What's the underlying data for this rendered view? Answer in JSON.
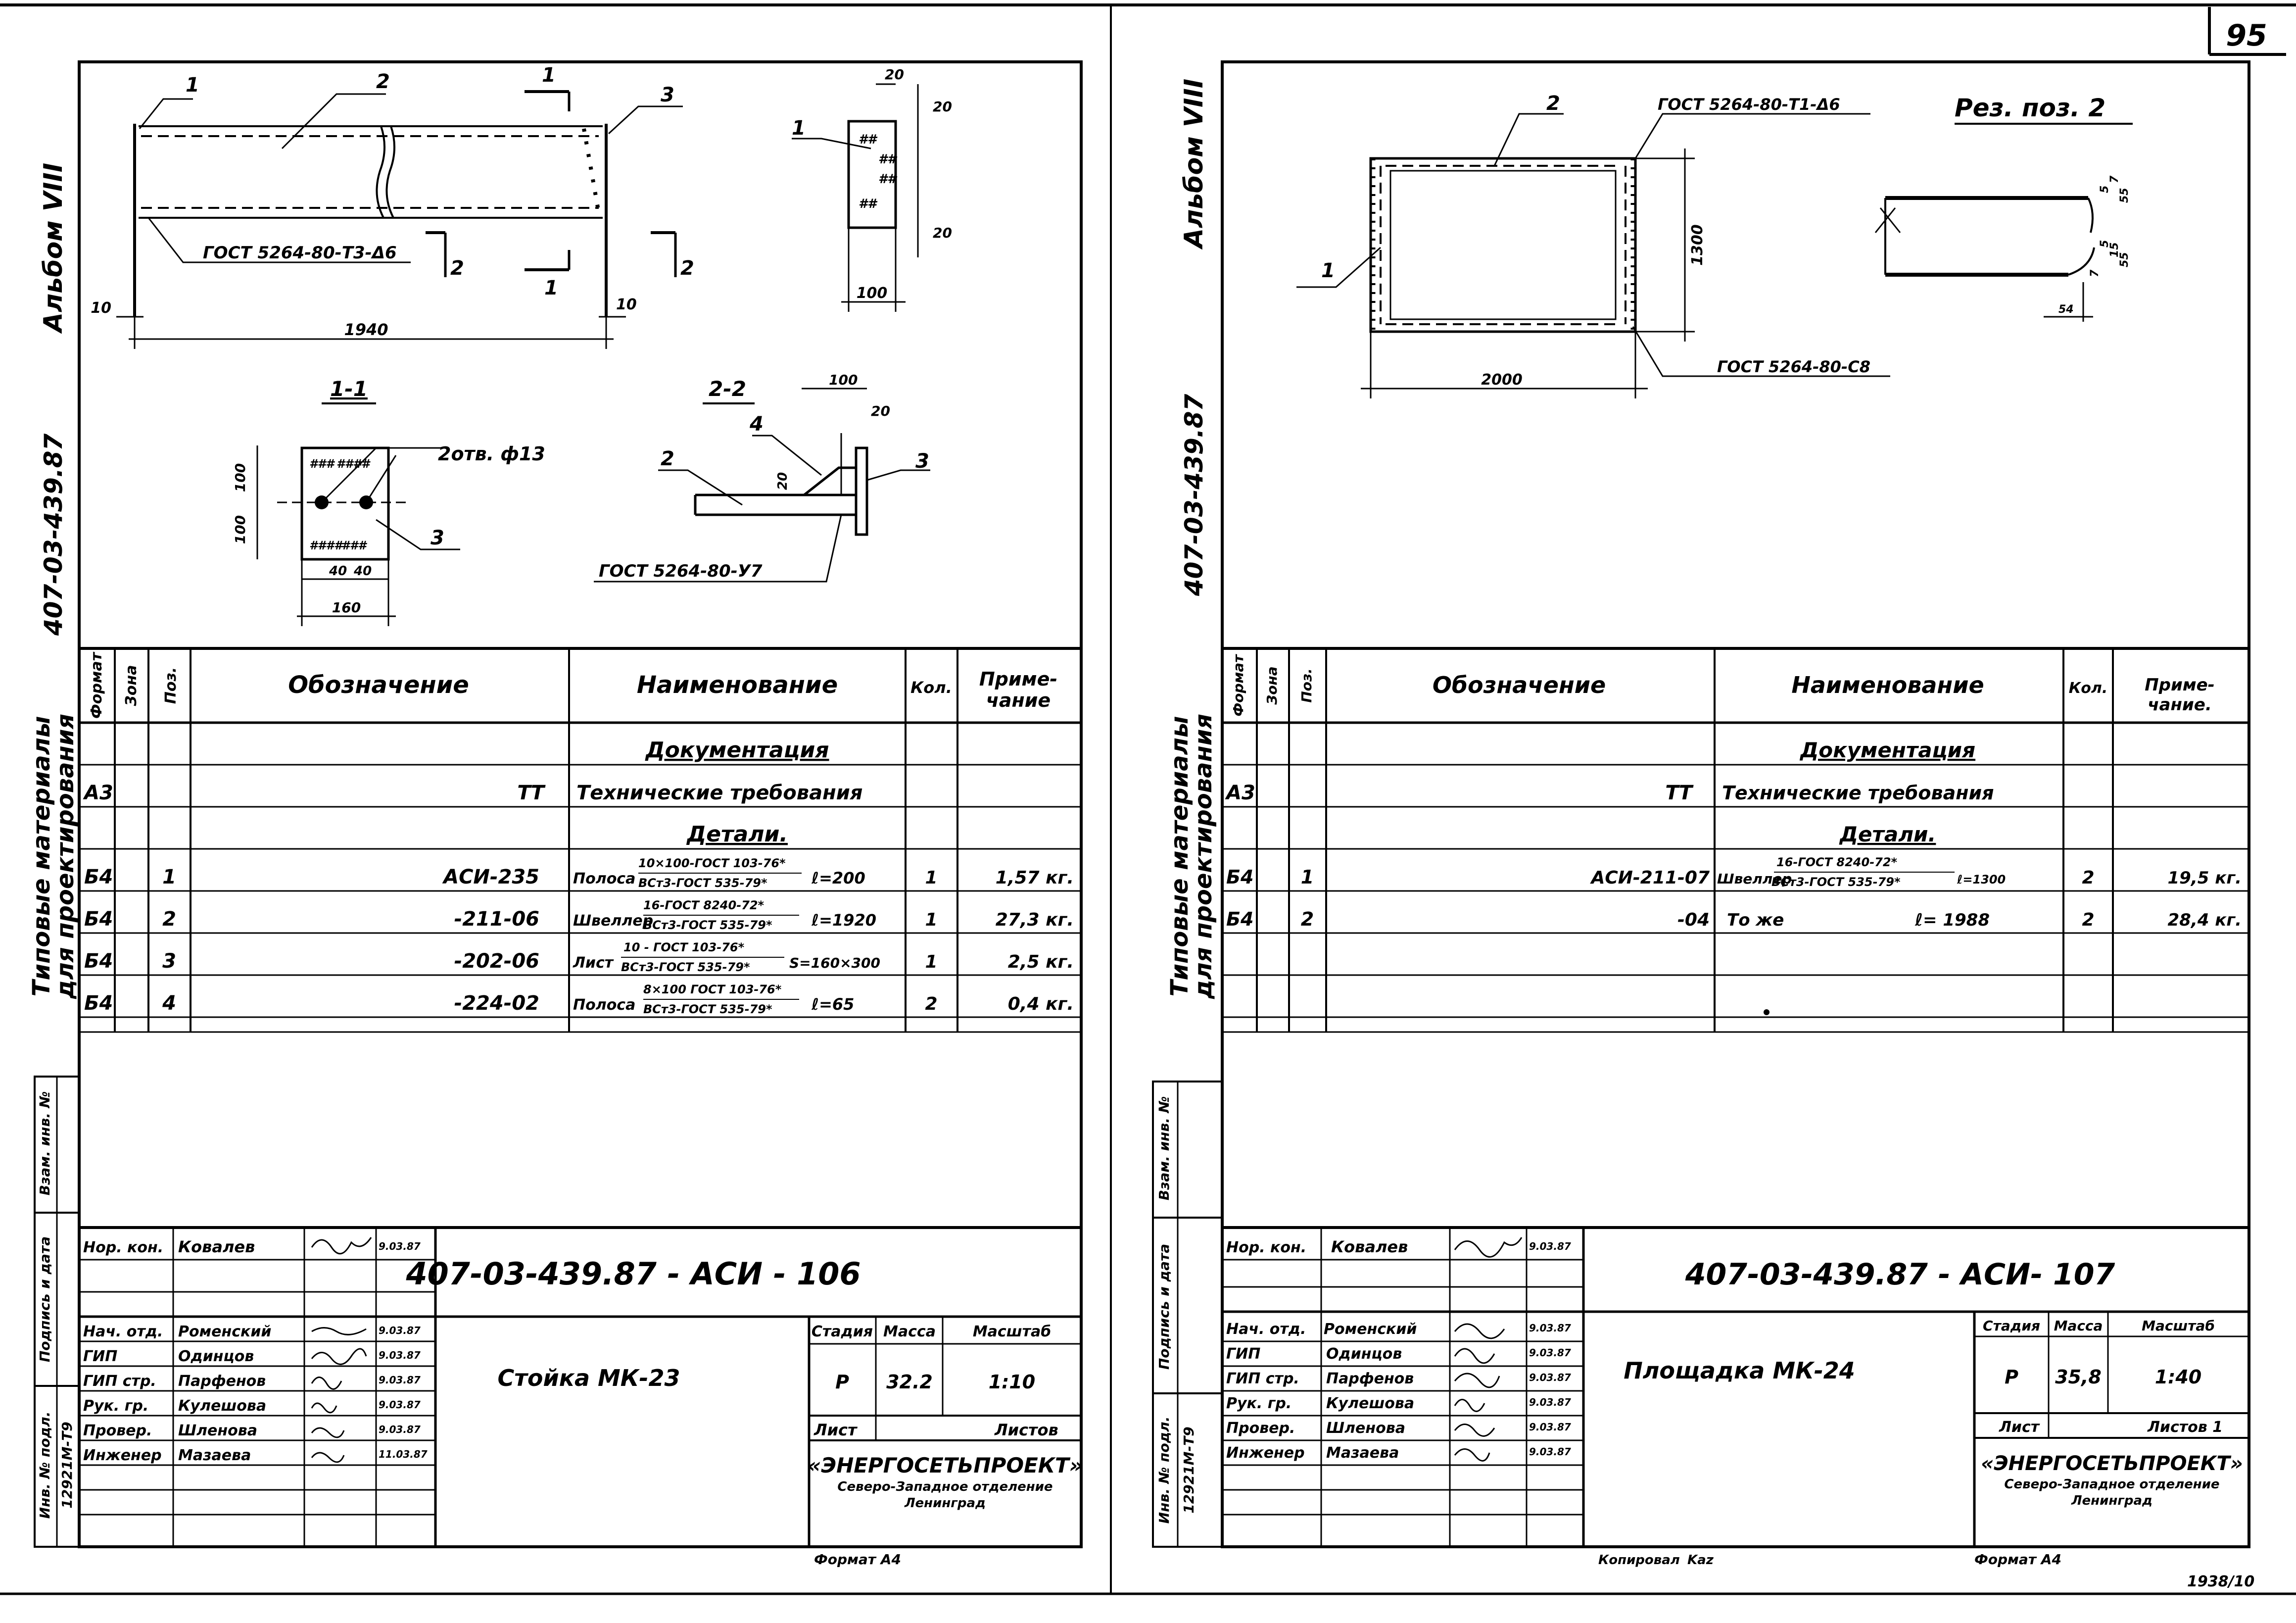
{
  "page_number": "95",
  "bottom_mark": "1938/10",
  "left_sheet": {
    "album": "Альбом VIII",
    "album_code": "407-03-439.87",
    "side_label_1": "Типовые материалы",
    "side_label_2": "для проектирования",
    "stamp_side": {
      "vzam": "Взам. инв. №",
      "podpis": "Подпись и дата",
      "inv": "Инв. № подл.",
      "inv_no": "12921М-Т9"
    },
    "drawing": {
      "callouts": [
        "1",
        "2",
        "1",
        "3",
        "1"
      ],
      "weld_main": "ГОСТ 5264-80-Т3-Δ6",
      "dim_10a": "10",
      "dim_10b": "10",
      "dim_1940": "1940",
      "section_2": "2",
      "section_1": "1",
      "section_2b": "2",
      "plate_dims": [
        "20",
        "20",
        "20",
        "100"
      ],
      "section_title_1": "1-1",
      "section_title_2": "2-2",
      "holes": "2отв. ф13",
      "dims_1_1": [
        "100",
        "100",
        "40",
        "40",
        "160"
      ],
      "callout_3": "3",
      "dims_2_2": [
        "100",
        "20",
        "20"
      ],
      "callouts_2_2": [
        "4",
        "2",
        "3"
      ],
      "weld_2_2": "ГОСТ 5264-80-У7"
    },
    "spec": {
      "headers": [
        "Формат",
        "Зона",
        "Поз.",
        "Обозначение",
        "Наименование",
        "Кол.",
        "Примечание"
      ],
      "header_prim": [
        "Приме-",
        "чание"
      ],
      "section_doc": "Документация",
      "row_tt": {
        "format": "А3",
        "designation": "ТТ",
        "name": "Технические требования"
      },
      "section_parts": "Детали.",
      "rows": [
        {
          "format": "Б4",
          "pos": "1",
          "designation": "АСИ-235",
          "prefix": "Полоса",
          "num": "10×100-ГОСТ 103-76*",
          "den": "ВСт3-ГОСТ 535-79*",
          "suffix": "ℓ=200",
          "qty": "1",
          "note": "1,57 кг."
        },
        {
          "format": "Б4",
          "pos": "2",
          "designation": "-211-06",
          "prefix": "Швеллер",
          "num": "16-ГОСТ 8240-72*",
          "den": "ВСт3-ГОСТ 535-79*",
          "suffix": "ℓ=1920",
          "qty": "1",
          "note": "27,3 кг."
        },
        {
          "format": "Б4",
          "pos": "3",
          "designation": "-202-06",
          "prefix": "Лист",
          "num": "10 - ГОСТ 103-76*",
          "den": "ВСт3-ГОСТ 535-79*",
          "suffix": "S=160×300",
          "qty": "1",
          "note": "2,5 кг."
        },
        {
          "format": "Б4",
          "pos": "4",
          "designation": "-224-02",
          "prefix": "Полоса",
          "num": "8×100 ГОСТ 103-76*",
          "den": "ВСт3-ГОСТ 535-79*",
          "suffix": "ℓ=65",
          "qty": "2",
          "note": "0,4 кг."
        }
      ]
    },
    "title_block": {
      "code": "407-03-439.87 -  АСИ - 106",
      "name": "Стойка   МК-23",
      "people": [
        {
          "role": "Нор. кон.",
          "name": "Ковалев",
          "date": "9.03.87"
        },
        {
          "role": "Нач. отд.",
          "name": "Роменский",
          "date": "9.03.87"
        },
        {
          "role": "ГИП",
          "name": "Одинцов",
          "date": "9.03.87"
        },
        {
          "role": "ГИП стр.",
          "name": "Парфенов",
          "date": "9.03.87"
        },
        {
          "role": "Рук. гр.",
          "name": "Кулешова",
          "date": "9.03.87"
        },
        {
          "role": "Провер.",
          "name": "Шленова",
          "date": "9.03.87"
        },
        {
          "role": "Инженер",
          "name": "Мазаева",
          "date": "11.03.87"
        }
      ],
      "stage_label": "Стадия",
      "mass_label": "Масса",
      "scale_label": "Масштаб",
      "stage": "Р",
      "mass": "32.2",
      "scale": "1:10",
      "sheet_label": "Лист",
      "sheets_label": "Листов",
      "org": "«ЭНЕРГОСЕТЬПРОЕКТ»",
      "org_sub1": "Северо-Западное отделение",
      "org_sub2": "Ленинград",
      "format": "Формат А4"
    }
  },
  "right_sheet": {
    "album": "Альбом VIII",
    "album_code": "407-03-439.87",
    "side_label_1": "Типовые материалы",
    "side_label_2": "для проектирования",
    "stamp_side": {
      "vzam": "Взам. инв. №",
      "podpis": "Подпись и дата",
      "inv": "Инв. № подл.",
      "inv_no": "12921М-Т9"
    },
    "drawing": {
      "callout_2": "2",
      "weld_top": "ГОСТ 5264-80-Т1-Δ6",
      "rez": "Рез. поз. 2",
      "dim_1300": "1300",
      "callout_1": "1",
      "dim_2000": "2000",
      "weld_bottom": "ГОСТ 5264-80-С8",
      "cut_dims": [
        "5",
        "7",
        "55",
        "5",
        "15",
        "7",
        "55",
        "54"
      ]
    },
    "spec": {
      "headers": [
        "Формат",
        "Зона",
        "Поз.",
        "Обозначение",
        "Наименование",
        "Кол.",
        "Примечание"
      ],
      "header_prim": [
        "Приме-",
        "чание."
      ],
      "section_doc": "Документация",
      "row_tt": {
        "format": "А3",
        "designation": "ТТ",
        "name": "Технические требования"
      },
      "section_parts": "Детали.",
      "rows": [
        {
          "format": "Б4",
          "pos": "1",
          "designation": "АСИ-211-07",
          "prefix": "Швеллер",
          "num": "16-ГОСТ 8240-72*",
          "den": "ВСт3-ГОСТ 535-79*",
          "suffix": "ℓ=1300",
          "qty": "2",
          "note": "19,5 кг."
        },
        {
          "format": "Б4",
          "pos": "2",
          "designation": "-04",
          "prefix": "То же",
          "num": "",
          "den": "",
          "suffix": "ℓ= 1988",
          "qty": "2",
          "note": "28,4 кг."
        }
      ]
    },
    "title_block": {
      "code": "407-03-439.87  -   АСИ- 107",
      "name": "Площадка   МК-24",
      "people": [
        {
          "role": "Нор. кон.",
          "name": "Ковалев",
          "date": "9.03.87"
        },
        {
          "role": "Нач. отд.",
          "name": "Роменский",
          "date": "9.03.87"
        },
        {
          "role": "ГИП",
          "name": "Одинцов",
          "date": "9.03.87"
        },
        {
          "role": "ГИП стр.",
          "name": "Парфенов",
          "date": "9.03.87"
        },
        {
          "role": "Рук. гр.",
          "name": "Кулешова",
          "date": "9.03.87"
        },
        {
          "role": "Провер.",
          "name": "Шленова",
          "date": "9.03.87"
        },
        {
          "role": "Инженер",
          "name": "Мазаева",
          "date": "9.03.87"
        }
      ],
      "stage_label": "Стадия",
      "mass_label": "Масса",
      "scale_label": "Масштаб",
      "stage": "Р",
      "mass": "35,8",
      "scale": "1:40",
      "sheet_label": "Лист",
      "sheets_label": "Листов 1",
      "org": "«ЭНЕРГОСЕТЬПРОЕКТ»",
      "org_sub1": "Северо-Западное отделение",
      "org_sub2": "Ленинград",
      "copied": "Копировал",
      "copied_by": "Kaz",
      "format": "Формат А4"
    }
  }
}
